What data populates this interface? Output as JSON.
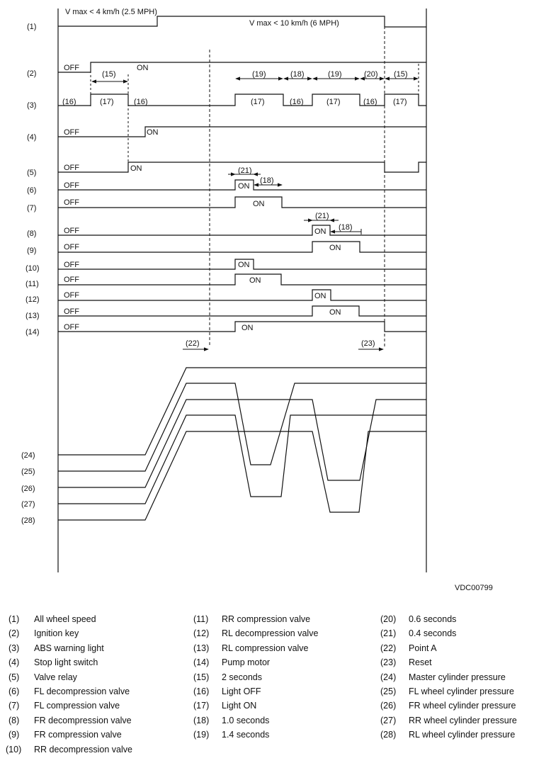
{
  "figure_id": "VDC00799",
  "speed_labels": {
    "low": "V max < 4 km/h (2.5 MPH)",
    "high": "V max < 10 km/h (6 MPH)"
  },
  "row_labels": [
    "(1)",
    "(2)",
    "(3)",
    "(4)",
    "(5)",
    "(6)",
    "(7)",
    "(8)",
    "(9)",
    "(10)",
    "(11)",
    "(12)",
    "(13)",
    "(14)"
  ],
  "pressure_labels": [
    "(24)",
    "(25)",
    "(26)",
    "(27)",
    "(28)"
  ],
  "state_off": "OFF",
  "state_on": "ON",
  "timing_marks": {
    "t15": "(15)",
    "t16": "(16)",
    "t17": "(17)",
    "t18": "(18)",
    "t19": "(19)",
    "t20": "(20)",
    "t21": "(21)",
    "t22": "(22)",
    "t23": "(23)"
  },
  "legend": [
    {
      "num": "(1)",
      "label": "All wheel speed"
    },
    {
      "num": "(2)",
      "label": "Ignition key"
    },
    {
      "num": "(3)",
      "label": "ABS warning light"
    },
    {
      "num": "(4)",
      "label": "Stop light switch"
    },
    {
      "num": "(5)",
      "label": "Valve relay"
    },
    {
      "num": "(6)",
      "label": "FL decompression valve"
    },
    {
      "num": "(7)",
      "label": "FL compression valve"
    },
    {
      "num": "(8)",
      "label": "FR decompression valve"
    },
    {
      "num": "(9)",
      "label": "FR compression valve"
    },
    {
      "num": "(10)",
      "label": "RR decompression valve"
    },
    {
      "num": "(11)",
      "label": "RR compression valve"
    },
    {
      "num": "(12)",
      "label": "RL decompression valve"
    },
    {
      "num": "(13)",
      "label": "RL compression valve"
    },
    {
      "num": "(14)",
      "label": "Pump motor"
    },
    {
      "num": "(15)",
      "label": "2 seconds"
    },
    {
      "num": "(16)",
      "label": "Light OFF"
    },
    {
      "num": "(17)",
      "label": "Light ON"
    },
    {
      "num": "(18)",
      "label": "1.0 seconds"
    },
    {
      "num": "(19)",
      "label": "1.4 seconds"
    },
    {
      "num": "(20)",
      "label": "0.6 seconds"
    },
    {
      "num": "(21)",
      "label": "0.4 seconds"
    },
    {
      "num": "(22)",
      "label": "Point A"
    },
    {
      "num": "(23)",
      "label": "Reset"
    },
    {
      "num": "(24)",
      "label": "Master cylinder pressure"
    },
    {
      "num": "(25)",
      "label": "FL wheel cylinder pressure"
    },
    {
      "num": "(26)",
      "label": "FR wheel cylinder pressure"
    },
    {
      "num": "(27)",
      "label": "RR wheel cylinder pressure"
    },
    {
      "num": "(28)",
      "label": "RL wheel cylinder pressure"
    }
  ]
}
